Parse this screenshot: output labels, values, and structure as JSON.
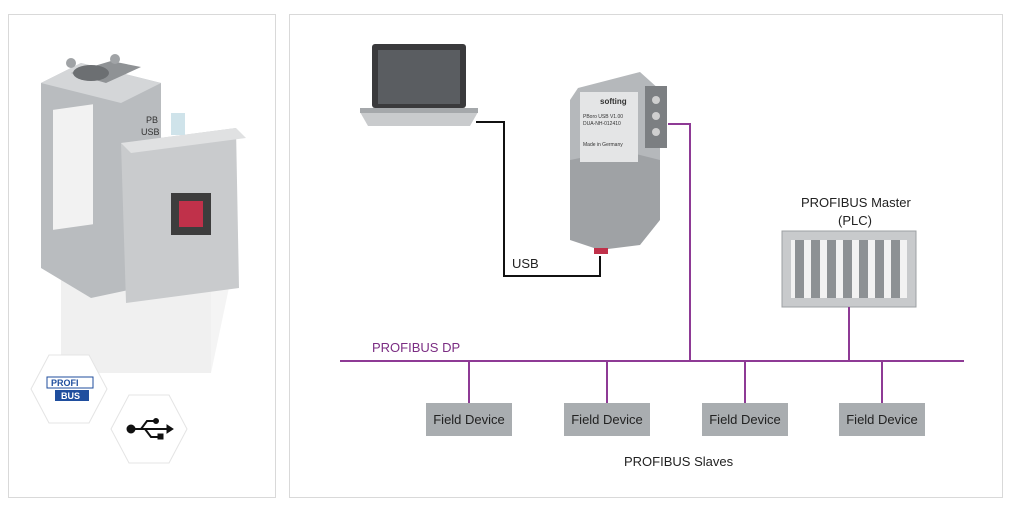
{
  "photo": {
    "device_label": "PB\nUSB",
    "profibus_logo_top": "PROFI",
    "profibus_logo_bottom": "BUS"
  },
  "diagram": {
    "usb_label": "USB",
    "profibus_dp_label": "PROFIBUS DP",
    "master_label_line1": "PROFIBUS Master",
    "master_label_line2": "(PLC)",
    "slaves_label": "PROFIBUS Slaves",
    "field_devices": [
      "Field Device",
      "Field Device",
      "Field Device",
      "Field Device"
    ],
    "adapter_text": [
      "softing",
      "PBoro USB V1.00",
      "DUA-NH-012410",
      "Made in Germany"
    ]
  },
  "colors": {
    "bus_line": "#8e3a95",
    "device_box": "#a9adb0",
    "usb_line": "#111111"
  }
}
